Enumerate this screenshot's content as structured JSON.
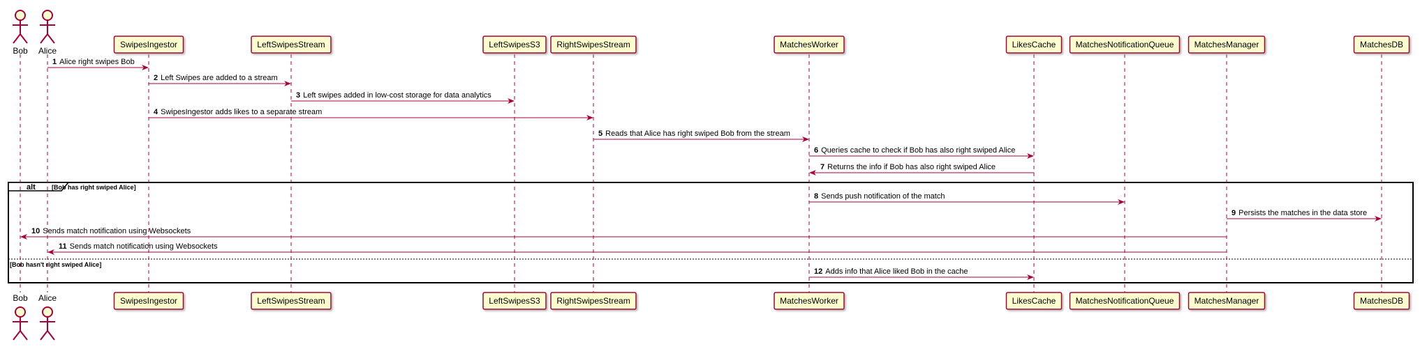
{
  "participants": [
    {
      "id": "bob",
      "label": "Bob",
      "kind": "actor"
    },
    {
      "id": "alice",
      "label": "Alice",
      "kind": "actor"
    },
    {
      "id": "swipes_ingestor",
      "label": "SwipesIngestor",
      "kind": "participant"
    },
    {
      "id": "left_swipes_stream",
      "label": "LeftSwipesStream",
      "kind": "participant"
    },
    {
      "id": "left_swipes_s3",
      "label": "LeftSwipesS3",
      "kind": "participant"
    },
    {
      "id": "right_swipes_stream",
      "label": "RightSwipesStream",
      "kind": "participant"
    },
    {
      "id": "matches_worker",
      "label": "MatchesWorker",
      "kind": "participant"
    },
    {
      "id": "likes_cache",
      "label": "LikesCache",
      "kind": "participant"
    },
    {
      "id": "matches_notification_queue",
      "label": "MatchesNotificationQueue",
      "kind": "participant"
    },
    {
      "id": "matches_manager",
      "label": "MatchesManager",
      "kind": "participant"
    },
    {
      "id": "matches_db",
      "label": "MatchesDB",
      "kind": "participant"
    }
  ],
  "messages": [
    {
      "num": "1",
      "text": "Alice right swipes Bob",
      "from": "alice",
      "to": "swipes_ingestor"
    },
    {
      "num": "2",
      "text": "Left Swipes are added to a stream",
      "from": "swipes_ingestor",
      "to": "left_swipes_stream"
    },
    {
      "num": "3",
      "text": "Left swipes added in low-cost storage for data analytics",
      "from": "left_swipes_stream",
      "to": "left_swipes_s3"
    },
    {
      "num": "4",
      "text": "SwipesIngestor adds likes to a separate stream",
      "from": "swipes_ingestor",
      "to": "right_swipes_stream"
    },
    {
      "num": "5",
      "text": "Reads that Alice has right swiped Bob from the stream",
      "from": "right_swipes_stream",
      "to": "matches_worker"
    },
    {
      "num": "6",
      "text": "Queries cache to check if Bob has also right swiped Alice",
      "from": "matches_worker",
      "to": "likes_cache"
    },
    {
      "num": "7",
      "text": "Returns the info if Bob has also right swiped Alice",
      "from": "likes_cache",
      "to": "matches_worker"
    },
    {
      "num": "8",
      "text": "Sends push notification of the match",
      "from": "matches_worker",
      "to": "matches_notification_queue"
    },
    {
      "num": "9",
      "text": "Persists the matches in the data store",
      "from": "matches_manager",
      "to": "matches_db"
    },
    {
      "num": "10",
      "text": "Sends match notification using Websockets",
      "from": "matches_manager",
      "to": "bob"
    },
    {
      "num": "11",
      "text": "Sends match notification using Websockets",
      "from": "matches_manager",
      "to": "alice"
    },
    {
      "num": "12",
      "text": "Adds info that Alice liked Bob in the cache",
      "from": "matches_worker",
      "to": "likes_cache"
    }
  ],
  "alt_frame": {
    "label": "alt",
    "guard_1": "[Bob has right swiped Alice]",
    "guard_2": "[Bob hasn't right swiped Alice]"
  },
  "colors": {
    "accent": "#A80036",
    "participant_fill": "#FEFECE"
  }
}
